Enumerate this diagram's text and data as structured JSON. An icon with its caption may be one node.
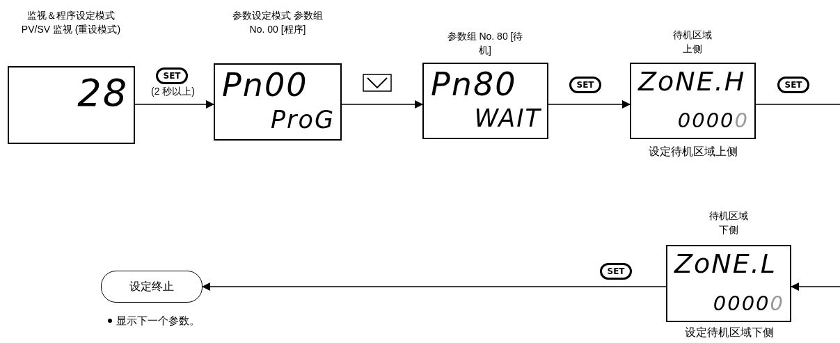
{
  "diagram": {
    "nodes": [
      {
        "text": [
          "监视＆程序设定模式 PV/SV 监视 (重设模式)",
          "28"
        ]
      },
      {
        "text": [
          "参数设定模式 参数组 No. 00 [程序]",
          "Pn00",
          "ProG"
        ]
      },
      {
        "text": [
          "参数组 No. 80 [待机]",
          "Pn80",
          "WAIT"
        ]
      },
      {
        "text": [
          "待机区域上侧",
          "ZoNE.H",
          "00000"
        ],
        "beside": [
          "设定待机区域上侧"
        ]
      },
      {
        "text": [
          "待机区域下侧",
          "ZoNE.L",
          "00000"
        ],
        "beside": [
          "设定待机区域下侧"
        ]
      },
      {
        "text": [
          "设定终止"
        ]
      }
    ],
    "edges": [
      {
        "from": 0,
        "to": 1,
        "arrow": "to",
        "label": "(2 秒以上)"
      },
      {
        "from": 1,
        "to": 2,
        "arrow": "to"
      },
      {
        "from": 2,
        "to": 3,
        "arrow": "to"
      },
      {
        "from": 3,
        "to": null,
        "arrow": "none"
      },
      {
        "from": null,
        "to": 4,
        "arrow": "to"
      },
      {
        "from": 4,
        "to": 5,
        "arrow": "to"
      }
    ],
    "labels": [
      "SET",
      "SET",
      "SET",
      "SET",
      "显示下一个参数。"
    ]
  }
}
